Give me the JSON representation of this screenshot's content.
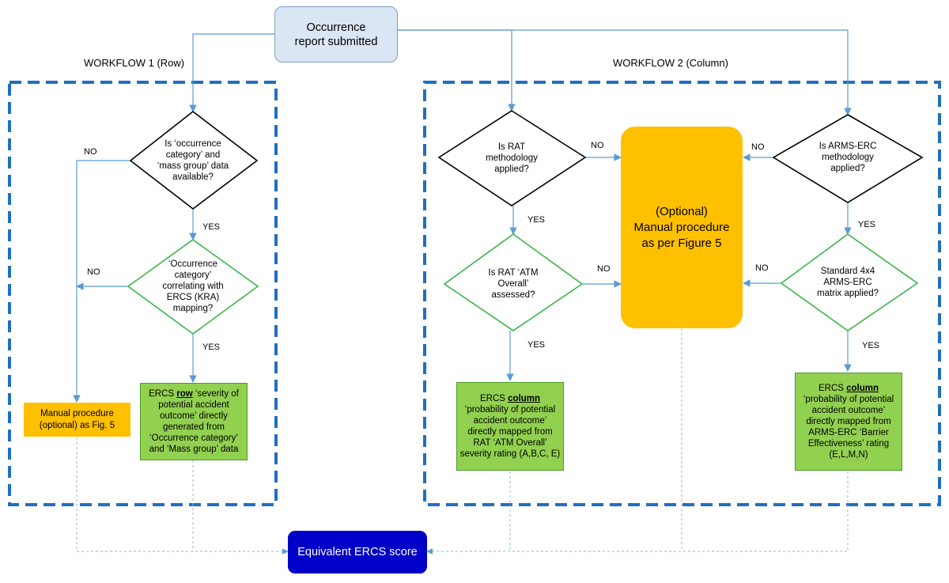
{
  "start": {
    "label": "Occurrence report submitted"
  },
  "workflow1": {
    "title": "WORKFLOW 1 (Row)"
  },
  "workflow2": {
    "title": "WORKFLOW 2 (Column)"
  },
  "decisions": {
    "wf1_q1": "Is ‘occurrence category’ and ‘mass group’ data available?",
    "wf1_q2": "‘Occurrence category’ correlating with ERCS (KRA) mapping?",
    "rat_q1": "Is RAT methodology applied?",
    "rat_q2": "Is RAT ‘ATM Overall’ assessed?",
    "arms_q1": "Is ARMS-ERC methodology applied?",
    "arms_q2": "Standard 4x4 ARMS-ERC matrix applied?"
  },
  "edge_labels": {
    "no": "NO",
    "yes": "YES"
  },
  "outputs": {
    "manual_small": "Manual procedure (optional) as Fig. 5",
    "ercs_row_prefix": "ERCS",
    "ercs_row_bold": "row",
    "ercs_row_rest": "‘severity of potential accident outcome’ directly generated from ‘Occurrence category’ and ‘Mass group’ data",
    "ercs_col_prefix": "ERCS",
    "ercs_col_bold": "column",
    "ercs_col_rat_rest": "‘probability of potential accident outcome’ directly mapped from RAT ‘ATM Overall’ severity rating (A,B,C, E)",
    "ercs_col_arms_rest": "‘probability of potential accident outcome’ directly mapped from ARMS-ERC ‘Barrier Effectiveness’ rating (E,L,M,N)"
  },
  "manual_center": {
    "line1": "(Optional)",
    "line2": "Manual procedure",
    "line3": "as per Figure 5"
  },
  "result": {
    "label": "Equivalent ERCS score"
  },
  "colors": {
    "flow_line": "#5b9bd5",
    "dash_border": "#1f6fc1",
    "start_fill": "#dae6f3",
    "start_border": "#7f9fc7",
    "decision_green": "#3cb44b",
    "green_box": "#92d050",
    "orange": "#ffc000",
    "result_fill": "#0000c8"
  }
}
